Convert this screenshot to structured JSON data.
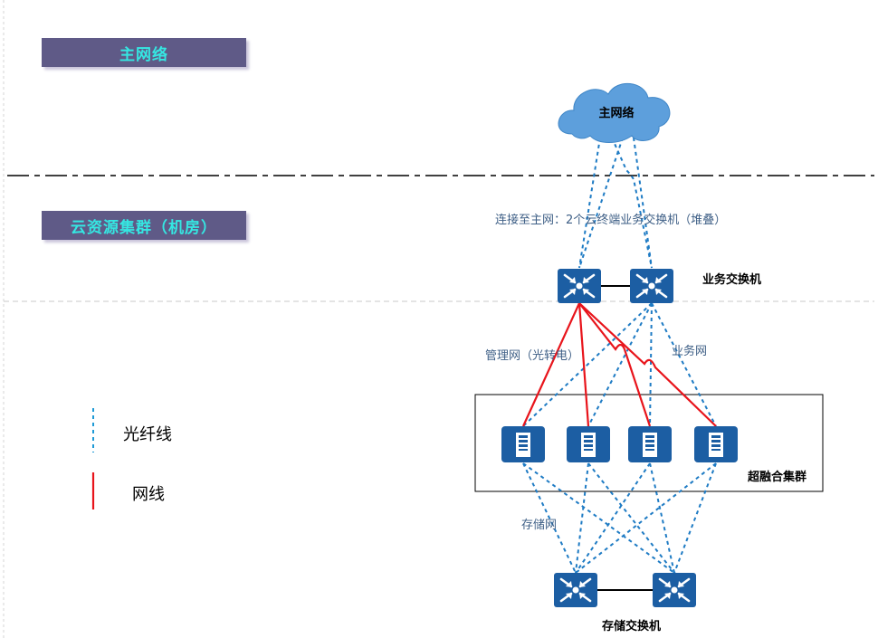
{
  "sections": {
    "main_network": "主网络",
    "cloud_cluster": "云资源集群（机房）"
  },
  "cloud": {
    "label": "主网络"
  },
  "labels": {
    "uplink": "连接至主网：2个云终端业务交换机（堆叠）",
    "business_switch": "业务交换机",
    "mgmt_net": "管理网（光转电）",
    "business_net": "业务网",
    "hci_cluster": "超融合集群",
    "storage_net": "存储网",
    "storage_switch": "存储交换机"
  },
  "legend": {
    "fiber": "光纤线",
    "cable": "网线"
  },
  "colors": {
    "fiber": "#1e7bc4",
    "cable": "#e8141b",
    "device": "#1c5ea3",
    "header_bg": "#5f5a87",
    "header_text": "#35e7e2"
  }
}
